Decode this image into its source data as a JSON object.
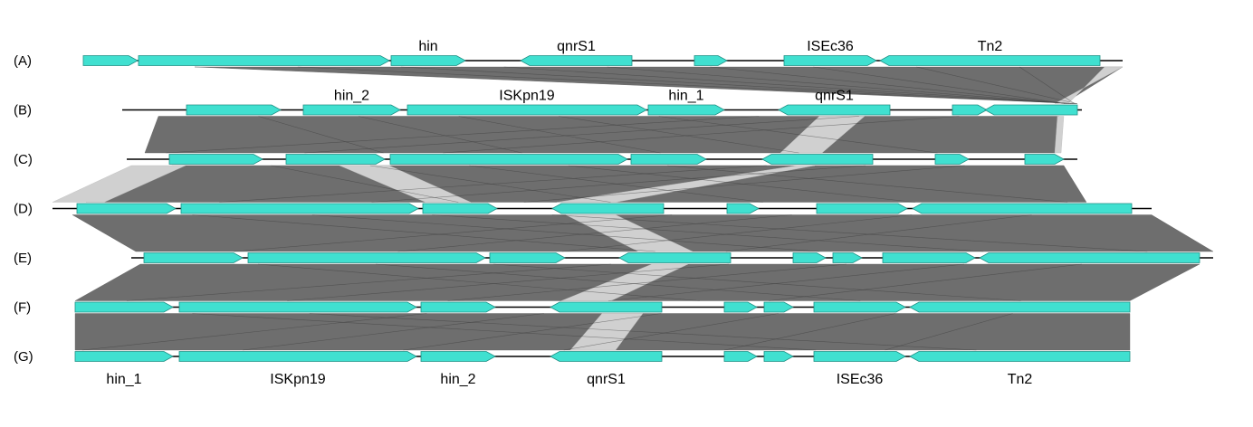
{
  "tracks": [
    {
      "label": "(A)",
      "line": [
        92,
        1240
      ],
      "genes": [
        {
          "start": 92,
          "end": 152,
          "strand": 1
        },
        {
          "start": 153,
          "end": 430,
          "strand": 1
        },
        {
          "start": 432,
          "end": 514,
          "strand": 1,
          "name": "hin"
        },
        {
          "start": 575,
          "end": 698,
          "strand": -1,
          "name": "qnrS1"
        },
        {
          "start": 767,
          "end": 803,
          "strand": 1
        },
        {
          "start": 866,
          "end": 968,
          "strand": 1,
          "name": "ISEc36"
        },
        {
          "start": 972,
          "end": 1215,
          "strand": -1,
          "name": "Tn2"
        }
      ]
    },
    {
      "label": "(B)",
      "line": [
        135,
        1195
      ],
      "genes": [
        {
          "start": 206,
          "end": 310,
          "strand": 1
        },
        {
          "start": 335,
          "end": 442,
          "strand": 1,
          "name": "hin_2"
        },
        {
          "start": 450,
          "end": 714,
          "strand": 1,
          "name": "ISKpn19"
        },
        {
          "start": 716,
          "end": 800,
          "strand": 1,
          "name": "hin_1"
        },
        {
          "start": 860,
          "end": 983,
          "strand": -1,
          "name": "qnrS1"
        },
        {
          "start": 1052,
          "end": 1090,
          "strand": 1
        },
        {
          "start": 1088,
          "end": 1190,
          "strand": -1
        }
      ]
    },
    {
      "label": "(C)",
      "line": [
        140,
        1190
      ],
      "genes": [
        {
          "start": 187,
          "end": 290,
          "strand": 1
        },
        {
          "start": 316,
          "end": 425,
          "strand": 1
        },
        {
          "start": 431,
          "end": 693,
          "strand": 1
        },
        {
          "start": 697,
          "end": 780,
          "strand": 1
        },
        {
          "start": 842,
          "end": 964,
          "strand": -1
        },
        {
          "start": 1033,
          "end": 1070,
          "strand": 1
        },
        {
          "start": 1132,
          "end": 1175,
          "strand": 1
        }
      ]
    },
    {
      "label": "(D)",
      "line": [
        58,
        1272
      ],
      "genes": [
        {
          "start": 85,
          "end": 194,
          "strand": 1
        },
        {
          "start": 200,
          "end": 462,
          "strand": 1
        },
        {
          "start": 467,
          "end": 549,
          "strand": 1
        },
        {
          "start": 610,
          "end": 733,
          "strand": -1
        },
        {
          "start": 803,
          "end": 838,
          "strand": 1
        },
        {
          "start": 902,
          "end": 1002,
          "strand": 1
        },
        {
          "start": 1008,
          "end": 1250,
          "strand": -1
        }
      ]
    },
    {
      "label": "(E)",
      "line": [
        145,
        1340
      ],
      "genes": [
        {
          "start": 159,
          "end": 268,
          "strand": 1
        },
        {
          "start": 274,
          "end": 536,
          "strand": 1
        },
        {
          "start": 541,
          "end": 624,
          "strand": 1
        },
        {
          "start": 684,
          "end": 807,
          "strand": -1
        },
        {
          "start": 876,
          "end": 912,
          "strand": 1
        },
        {
          "start": 920,
          "end": 952,
          "strand": 1
        },
        {
          "start": 975,
          "end": 1077,
          "strand": 1
        },
        {
          "start": 1082,
          "end": 1325,
          "strand": -1
        }
      ]
    },
    {
      "label": "(F)",
      "line": [
        83,
        1248
      ],
      "genes": [
        {
          "start": 83,
          "end": 191,
          "strand": 1
        },
        {
          "start": 198,
          "end": 460,
          "strand": 1
        },
        {
          "start": 465,
          "end": 547,
          "strand": 1
        },
        {
          "start": 608,
          "end": 731,
          "strand": -1
        },
        {
          "start": 800,
          "end": 836,
          "strand": 1
        },
        {
          "start": 844,
          "end": 876,
          "strand": 1
        },
        {
          "start": 899,
          "end": 1000,
          "strand": 1
        },
        {
          "start": 1005,
          "end": 1248,
          "strand": -1
        }
      ]
    },
    {
      "label": "(G)",
      "line": [
        83,
        1248
      ],
      "genes": [
        {
          "start": 83,
          "end": 191,
          "strand": 1,
          "name": "hin_1"
        },
        {
          "start": 198,
          "end": 460,
          "strand": 1,
          "name": "ISKpn19"
        },
        {
          "start": 465,
          "end": 547,
          "strand": 1,
          "name": "hin_2"
        },
        {
          "start": 608,
          "end": 731,
          "strand": -1,
          "name": "qnrS1"
        },
        {
          "start": 800,
          "end": 836,
          "strand": 1
        },
        {
          "start": 844,
          "end": 876,
          "strand": 1
        },
        {
          "start": 899,
          "end": 1000,
          "strand": 1,
          "name": "ISEc36"
        },
        {
          "start": 1005,
          "end": 1248,
          "strand": -1,
          "name": "Tn2"
        }
      ]
    }
  ],
  "comparisons": [
    {
      "from": 0,
      "to": 1,
      "regions": [
        {
          "type": "direct",
          "a": [
            215,
            1240
          ],
          "b": [
            1190,
            1175
          ]
        },
        {
          "type": "inverted",
          "a": [
            1240,
            1220
          ],
          "b": [
            1165,
            1180
          ]
        }
      ]
    },
    {
      "from": 1,
      "to": 2,
      "regions": [
        {
          "type": "direct",
          "a": [
            175,
            1170
          ],
          "b": [
            160,
            1165
          ]
        },
        {
          "type": "inverted",
          "a": [
            905,
            955
          ],
          "b": [
            862,
            908
          ]
        },
        {
          "type": "inverted",
          "a": [
            1168,
            1175
          ],
          "b": [
            1165,
            1172
          ]
        }
      ]
    },
    {
      "from": 2,
      "to": 3,
      "regions": [
        {
          "type": "direct",
          "a": [
            190,
            1175
          ],
          "b": [
            95,
            1200
          ]
        },
        {
          "type": "inverted",
          "a": [
            145,
            205
          ],
          "b": [
            58,
            115
          ]
        },
        {
          "type": "inverted",
          "a": [
            375,
            430
          ],
          "b": [
            470,
            520
          ]
        },
        {
          "type": "inverted",
          "a": [
            880,
            900
          ],
          "b": [
            615,
            680
          ]
        }
      ]
    },
    {
      "from": 3,
      "to": 4,
      "regions": [
        {
          "type": "direct",
          "a": [
            80,
            1272
          ],
          "b": [
            150,
            1340
          ]
        },
        {
          "type": "inverted",
          "a": [
            625,
            680
          ],
          "b": [
            705,
            765
          ]
        }
      ]
    },
    {
      "from": 4,
      "to": 5,
      "regions": [
        {
          "type": "direct",
          "a": [
            155,
            1325
          ],
          "b": [
            83,
            1248
          ]
        },
        {
          "type": "inverted",
          "a": [
            720,
            760
          ],
          "b": [
            620,
            675
          ]
        }
      ]
    },
    {
      "from": 5,
      "to": 6,
      "regions": [
        {
          "type": "direct",
          "a": [
            83,
            1248
          ],
          "b": [
            83,
            1248
          ]
        },
        {
          "type": "inverted",
          "a": [
            665,
            710
          ],
          "b": [
            630,
            680
          ]
        }
      ]
    }
  ]
}
